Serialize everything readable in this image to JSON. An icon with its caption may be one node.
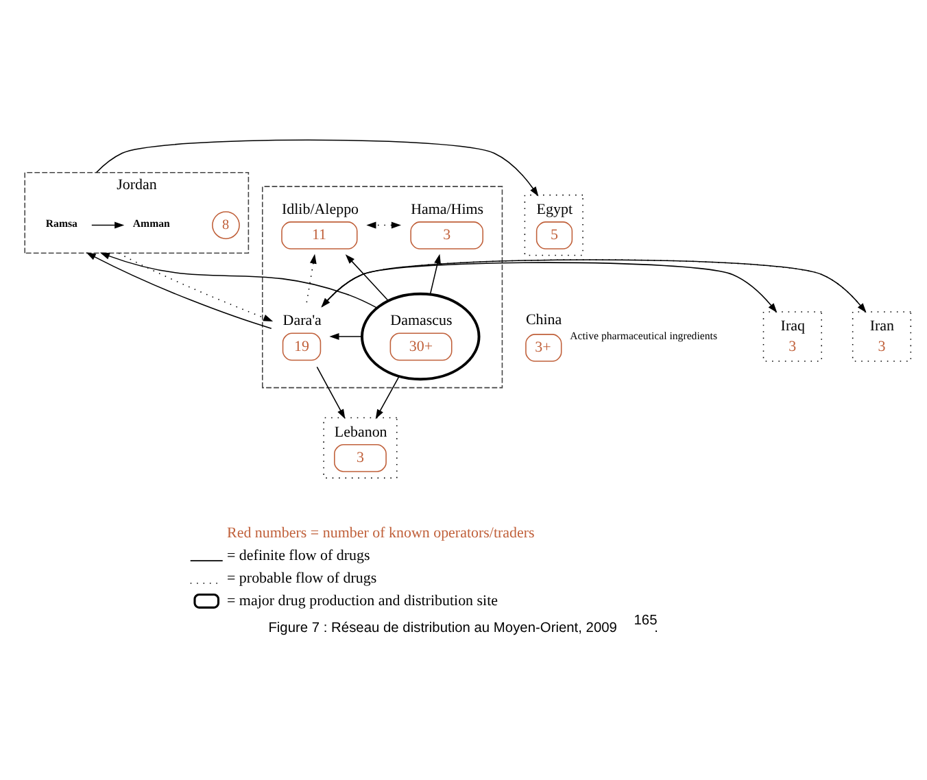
{
  "diagram": {
    "caption": "Figure 7 : Réseau de distribution au Moyen-Orient, 2009 $^{165}$.",
    "nodes": [
      {
        "text": [
          "Jordan"
        ]
      },
      {
        "text": [
          "8"
        ],
        "in": 0
      },
      {
        "text": [
          "Amman"
        ],
        "in": 0
      },
      {
        "text": [
          "Ramsa"
        ],
        "in": 0
      },
      {
        "text": [
          "Egypt",
          "5"
        ]
      },
      {
        "text": [],
        "shape": "box"
      },
      {
        "text": [
          "Hama/Hims",
          "3"
        ],
        "in": 5
      },
      {
        "text": [
          "Idlib/Aleppo",
          "11"
        ],
        "in": 5
      },
      {
        "text": [
          "Damascus",
          "30+"
        ],
        "in": 5
      },
      {
        "text": [
          "Dara'a",
          "19"
        ],
        "in": 5
      },
      {
        "text": [
          "China",
          "3+"
        ],
        "beside": [
          "Active pharmaceutical ingredients"
        ]
      },
      {
        "text": [
          "Iran",
          "3"
        ]
      },
      {
        "text": [
          "Iraq",
          "3"
        ]
      },
      {
        "text": [
          "Lebanon",
          "3"
        ]
      }
    ],
    "edges": [
      {
        "from": 3,
        "to": 2,
        "arrow": "to"
      },
      {
        "from": 0,
        "to": 4,
        "arrow": "to"
      },
      {
        "from": 8,
        "to": 0,
        "arrow": "to"
      },
      {
        "from": 8,
        "to": 6,
        "arrow": "to"
      },
      {
        "from": 8,
        "to": 7,
        "arrow": "to"
      },
      {
        "from": 6,
        "to": 7,
        "arrow": "both",
        "style": "dashed"
      },
      {
        "from": 8,
        "to": 9,
        "arrow": "to"
      },
      {
        "from": 9,
        "to": 0,
        "arrow": "to"
      },
      {
        "from": 0,
        "to": 9,
        "arrow": "to",
        "style": "dashed"
      },
      {
        "from": 9,
        "to": 7,
        "arrow": "to",
        "style": "dashed"
      },
      {
        "from": 9,
        "to": 11,
        "arrow": "to"
      },
      {
        "from": 11,
        "to": 9,
        "arrow": "to",
        "style": "dashed"
      },
      {
        "from": 9,
        "to": 12,
        "arrow": "to"
      },
      {
        "from": 8,
        "to": 13,
        "arrow": "to"
      },
      {
        "from": 9,
        "to": 13,
        "arrow": "to"
      }
    ],
    "legend": [
      {
        "text": "Red numbers = number of known operators/traders",
        "color": "#c0603a"
      },
      {
        "text": "= definite flow of drugs"
      },
      {
        "text": "= probable flow of drugs"
      },
      {
        "text": "= major drug production and distribution site"
      }
    ]
  }
}
